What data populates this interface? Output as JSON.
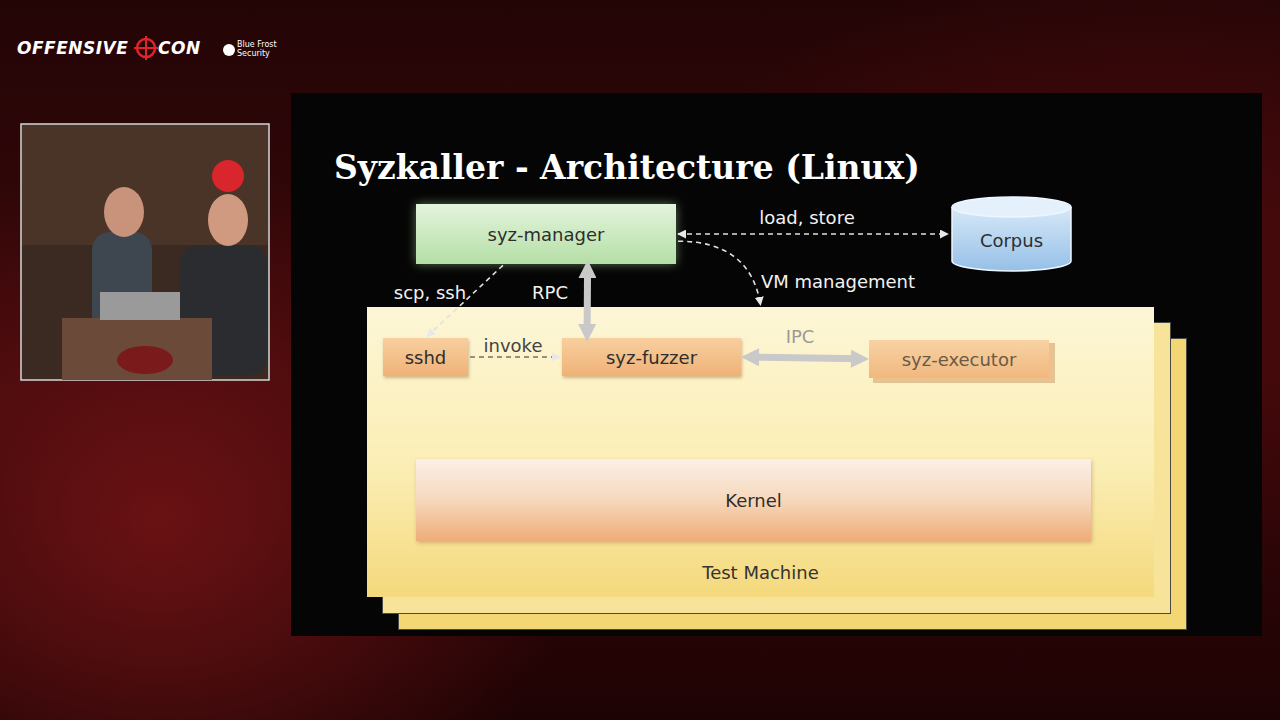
{
  "diagram": {
    "title": "Syzkaller - Architecture (Linux)",
    "nodes": [
      {
        "text": [
          "syz-manager"
        ]
      },
      {
        "text": [
          "Corpus"
        ]
      },
      {
        "text": [
          "Test Machine"
        ]
      },
      {
        "text": [
          "sshd"
        ],
        "in": 2
      },
      {
        "text": [
          "syz-fuzzer"
        ],
        "in": 2
      },
      {
        "text": [
          "syz-executor"
        ],
        "in": 2
      },
      {
        "text": [
          "Kernel"
        ],
        "in": 2
      }
    ],
    "edges": [
      {
        "from": 0,
        "to": 1,
        "label": "load, store",
        "arrow": "both"
      },
      {
        "from": 0,
        "to": 3,
        "label": "scp, ssh",
        "arrow": "to"
      },
      {
        "from": 0,
        "to": 4,
        "label": "RPC",
        "arrow": "both"
      },
      {
        "from": 0,
        "to": 2,
        "label": "VM management",
        "arrow": "to"
      },
      {
        "from": 3,
        "to": 4,
        "label": "invoke",
        "arrow": "to"
      },
      {
        "from": 4,
        "to": 5,
        "label": "IPC",
        "arrow": "both"
      }
    ],
    "labels": [
      "OFFENSIVE",
      "CON",
      "Blue Frost",
      "Security"
    ]
  }
}
